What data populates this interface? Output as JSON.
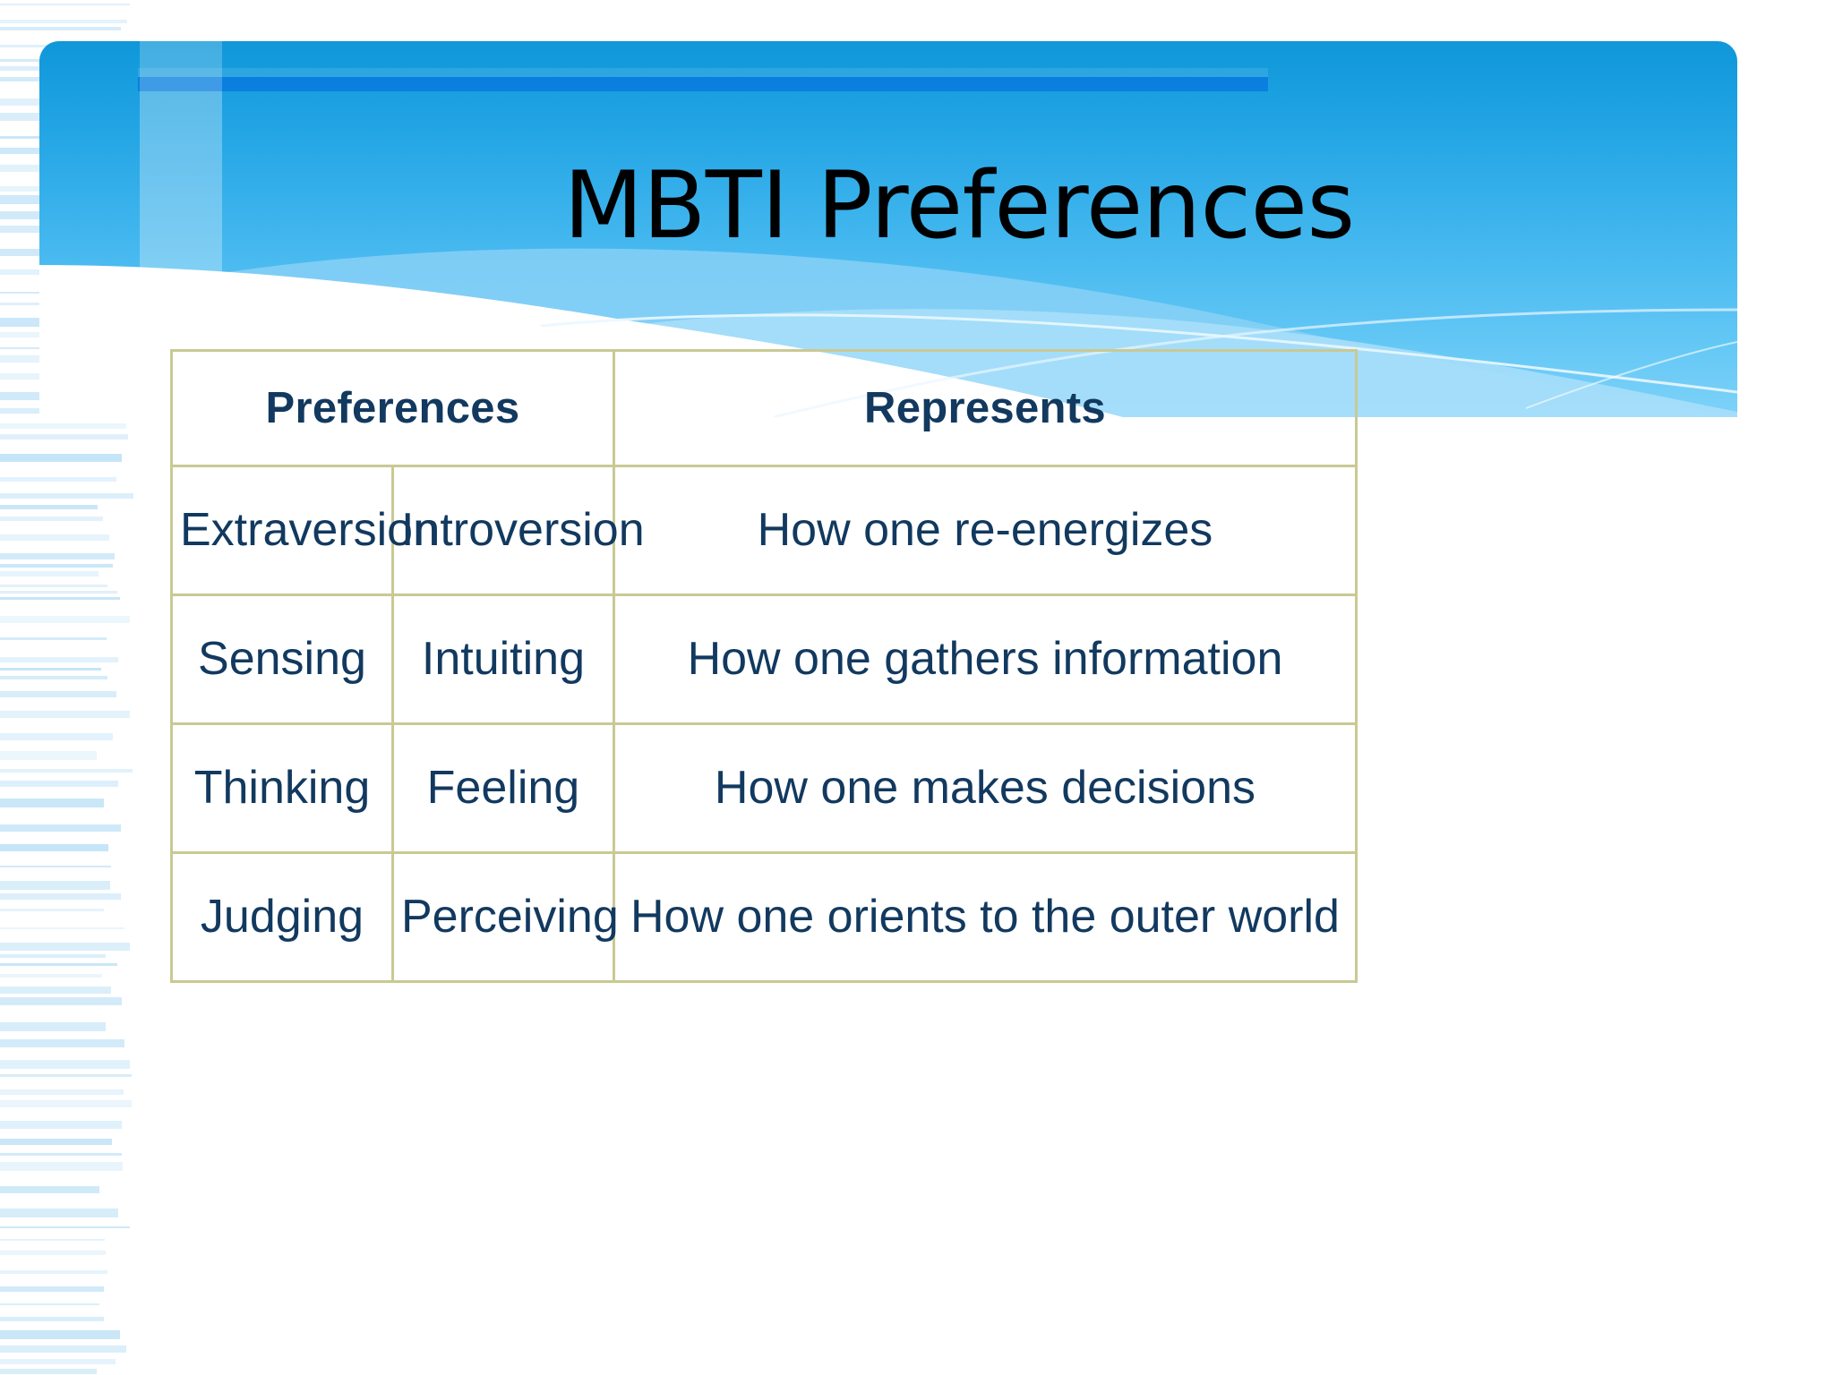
{
  "slide": {
    "title": "MBTI Preferences",
    "background_color": "#ffffff",
    "header_gradient_top": "#0f97d9",
    "header_gradient_bottom": "#7ed2f8",
    "accent_line_color": "#0b7fe0",
    "table_border_color": "#c9c993",
    "table_text_color": "#12395f"
  },
  "table": {
    "headers": [
      {
        "label": "Preferences",
        "colspan": 2
      },
      {
        "label": "Represents",
        "colspan": 1
      }
    ],
    "rows": [
      {
        "left": "Extraversion",
        "right": "Introversion",
        "represents": "How one re-energizes"
      },
      {
        "left": "Sensing",
        "right": "Intuiting",
        "represents": "How one gathers information"
      },
      {
        "left": "Thinking",
        "right": "Feeling",
        "represents": "How one makes decisions"
      },
      {
        "left": "Judging",
        "right": "Perceiving",
        "represents": "How one orients to the outer world"
      }
    ]
  }
}
